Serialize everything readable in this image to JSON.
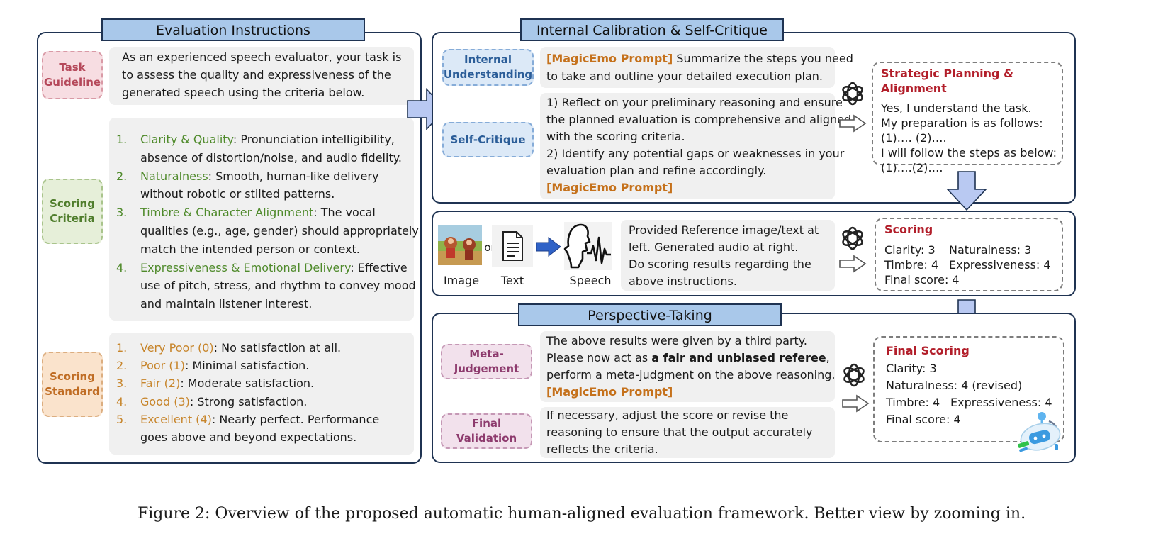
{
  "left_panel": {
    "title": "Evaluation Instructions",
    "task_guideline": {
      "tag": "Task\nGuideline",
      "lines": [
        "As an experienced speech evaluator, your task is",
        "to assess the quality and expressiveness of the",
        "generated speech using the criteria below."
      ]
    },
    "scoring_criteria": {
      "tag": "Scoring\nCriteria",
      "items": [
        {
          "num": "1.",
          "label": "Clarity & Quality",
          "line1": ": Pronunciation intelligibility,",
          "rest": [
            "absence of distortion/noise, and audio fidelity."
          ]
        },
        {
          "num": "2.",
          "label": "Naturalness",
          "line1": ": Smooth, human-like delivery",
          "rest": [
            "without robotic or stilted patterns."
          ]
        },
        {
          "num": "3.",
          "label": "Timbre & Character Alignment",
          "line1": ": The vocal",
          "rest": [
            "qualities (e.g., age, gender) should appropriately",
            "match the intended person or context."
          ]
        },
        {
          "num": "4.",
          "label": "Expressiveness & Emotional Delivery",
          "line1": ": Effective",
          "rest": [
            "use of pitch, stress, and rhythm to convey mood",
            "and maintain listener interest."
          ]
        }
      ]
    },
    "scoring_standard": {
      "tag": "Scoring\nStandard",
      "items": [
        {
          "num": "1.",
          "label": "Very Poor (0)",
          "line1": ": No satisfaction at all.",
          "rest": []
        },
        {
          "num": "2.",
          "label": "Poor (1)",
          "line1": ": Minimal satisfaction.",
          "rest": []
        },
        {
          "num": "3.",
          "label": "Fair (2)",
          "line1": ": Moderate satisfaction.",
          "rest": []
        },
        {
          "num": "4.",
          "label": "Good (3)",
          "line1": ": Strong satisfaction.",
          "rest": []
        },
        {
          "num": "5.",
          "label": "Excellent (4)",
          "line1": ": Nearly perfect. Performance",
          "rest": [
            "goes above and beyond expectations."
          ]
        }
      ]
    }
  },
  "calibration_panel": {
    "title": "Internal Calibration & Self-Critique",
    "internal_understanding": {
      "tag": "Internal\nUnderstanding",
      "prompt_tag": "[MagicEmo Prompt]",
      "line1": " Summarize the steps you need",
      "line2": "to take and outline your detailed execution plan."
    },
    "self_critique": {
      "tag": "Self-Critique",
      "lines": [
        "1) Reflect on your preliminary reasoning and ensure",
        "the planned evaluation is comprehensive and aligned",
        "with the scoring criteria.",
        "2) Identify any potential gaps or weaknesses in your",
        "evaluation plan and refine accordingly."
      ],
      "prompt_tag": "[MagicEmo Prompt]"
    },
    "result": {
      "title": "Strategic Planning & Alignment",
      "lines": [
        "Yes, I understand the task.",
        "My preparation is as follows:",
        "(1)…. (2)….",
        "I will follow the steps as below:",
        "(1)….(2)…."
      ]
    }
  },
  "scoring_panel": {
    "image_label": "Image",
    "or_label": "or",
    "text_label": "Text",
    "speech_label": "Speech",
    "lines": [
      "Provided Reference image/text at",
      "left. Generated audio at right.",
      "Do scoring results regarding the",
      "above instructions."
    ],
    "result": {
      "title": "Scoring",
      "rows": [
        [
          "Clarity: 3",
          "Naturalness: 3"
        ],
        [
          "Timbre: 4",
          "Expressiveness: 4"
        ]
      ],
      "final": "Final score: 4"
    }
  },
  "perspective_panel": {
    "title": "Perspective-Taking",
    "meta_judgement": {
      "tag": "Meta-\nJudgement",
      "line1": "The above results were given by a third party.",
      "line2_pre": "Please now act as ",
      "line2_bold": "a fair and unbiased referee",
      "line2_post": ",",
      "line3": "perform a meta-judgment on the above reasoning.",
      "prompt_tag": "[MagicEmo Prompt]"
    },
    "final_validation": {
      "tag": "Final\nValidation",
      "lines": [
        "If necessary, adjust the score or revise the",
        "reasoning to ensure that the output accurately",
        "reflects the criteria."
      ]
    },
    "result": {
      "title": "Final Scoring",
      "lines": [
        "Clarity: 3",
        "Naturalness: 4 (revised)"
      ],
      "row": [
        "Timbre: 4",
        "Expressiveness: 4"
      ],
      "final": "Final score: 4"
    }
  },
  "caption": "Figure 2: Overview of the proposed automatic human-aligned evaluation framework. Better view by zooming in.",
  "colors": {
    "panel_border": "#1f3352",
    "title_fill": "#a9c8ea",
    "arrow_fill": "#b9c9f2",
    "prompt_accent": "#c5711b",
    "result_title": "#b21e2a"
  }
}
